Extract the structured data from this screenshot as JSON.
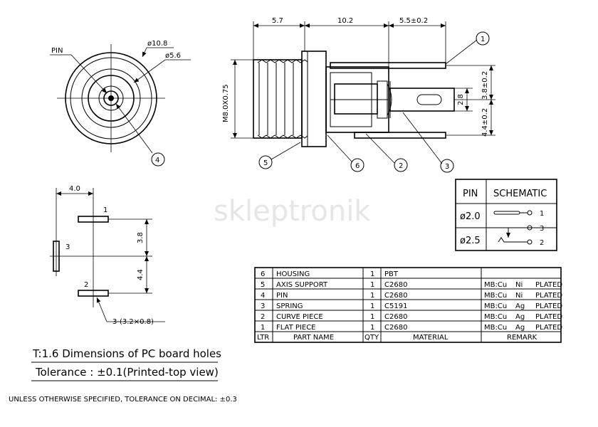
{
  "watermark": "skleptronik",
  "front_view": {
    "pin_label": "PIN",
    "dia_outer": "ø10.8",
    "dia_inner": "ø5.6",
    "callout": "4"
  },
  "side_view": {
    "dim_top": [
      "5.7",
      "10.2",
      "5.5±0.2"
    ],
    "thread_label": "M8.0X0.75",
    "dim_right": [
      "4.4±0.2",
      "3.8±0.2"
    ],
    "dim_tab": "2.8",
    "callouts": [
      "1",
      "2",
      "3",
      "5",
      "6"
    ]
  },
  "pcb": {
    "dim_top": "4.0",
    "dim_v": [
      "3.8",
      "4.4"
    ],
    "pad_labels": [
      "1",
      "2",
      "3"
    ],
    "pad_note": "3-(3.2×0.8)"
  },
  "schematic": {
    "headers": [
      "PIN",
      "SCHEMATIC"
    ],
    "rows": [
      "ø2.0",
      "ø2.5"
    ],
    "terminals": [
      "1",
      "3",
      "2"
    ]
  },
  "bom": {
    "rows": [
      [
        "6",
        "HOUSING",
        "1",
        "PBT",
        "",
        "",
        ""
      ],
      [
        "5",
        "AXIS SUPPORT",
        "1",
        "C2680",
        "MB:Cu",
        "Ni",
        "PLATED"
      ],
      [
        "4",
        "PIN",
        "1",
        "C2680",
        "MB:Cu",
        "Ni",
        "PLATED"
      ],
      [
        "3",
        "SPRING",
        "1",
        "C5191",
        "MB:Cu",
        "Ag",
        "PLATED"
      ],
      [
        "2",
        "CURVE PIECE",
        "1",
        "C2680",
        "MB:Cu",
        "Ag",
        "PLATED"
      ],
      [
        "1",
        "FLAT PIECE",
        "1",
        "C2680",
        "MB:Cu",
        "Ag",
        "PLATED"
      ]
    ],
    "header": [
      "LTR",
      "PART NAME",
      "QTY",
      "MATERIAL",
      "REMARK"
    ]
  },
  "notes": {
    "title": "T:1.6 Dimensions of PC board holes",
    "tolerance": "Tolerance : ±0.1(Printed-top view)",
    "general": "UNLESS OTHERWISE SPECIFIED, TOLERANCE ON DECIMAL: ±0.3"
  }
}
